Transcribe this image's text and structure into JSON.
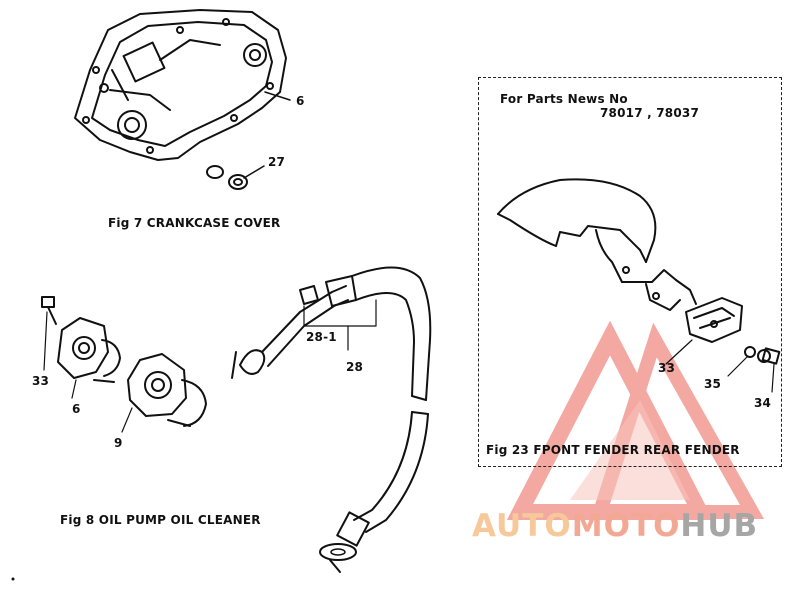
{
  "figures": {
    "fig7_caption": "Fig 7 CRANKCASE COVER",
    "fig8_caption": "Fig 8 OIL PUMP OIL CLEANER",
    "fig23_caption": "Fig 23 FPONT FENDER REAR FENDER"
  },
  "callouts": {
    "c6_top": "6",
    "c27": "27",
    "c33_left": "33",
    "c6_left": "6",
    "c9": "9",
    "c28_1": "28-1",
    "c28": "28",
    "c33_right": "33",
    "c35": "35",
    "c34": "34"
  },
  "note": {
    "line1": "For Parts News No",
    "line2": "78017 , 78037"
  },
  "watermark": {
    "part1": "AUTO",
    "part2": "MOTO",
    "part3": "HUB"
  },
  "colors": {
    "ink": "#111111",
    "watermark_red": "#f08c84",
    "watermark_orange": "#f6c89a",
    "watermark_gray": "#a6a6a6"
  }
}
